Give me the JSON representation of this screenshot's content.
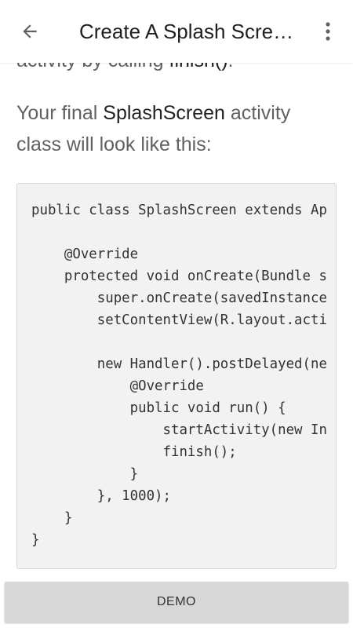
{
  "appbar": {
    "title": "Create A Splash Scre…",
    "back_icon": "arrow-back-icon",
    "menu_icon": "more-vert-icon"
  },
  "article": {
    "partial_line_prefix": "activity by calling ",
    "partial_line_code": "finish()",
    "partial_line_suffix": ".",
    "para_prefix": "Your final ",
    "para_strong": "SplashScreen",
    "para_suffix": " activity class will look like this:",
    "code": "public class SplashScreen extends Ap\n\n    @Override\n    protected void onCreate(Bundle s\n        super.onCreate(savedInstance\n        setContentView(R.layout.acti\n\n        new Handler().postDelayed(ne\n            @Override\n            public void run() {\n                startActivity(new In\n                finish();\n            }\n        }, 1000);\n    }\n}"
  },
  "footer": {
    "demo_label": "DEMO"
  },
  "colors": {
    "text_primary": "#212121",
    "text_secondary": "#616161",
    "code_bg": "#f2f2f2",
    "button_bg": "#d7d7d7"
  }
}
